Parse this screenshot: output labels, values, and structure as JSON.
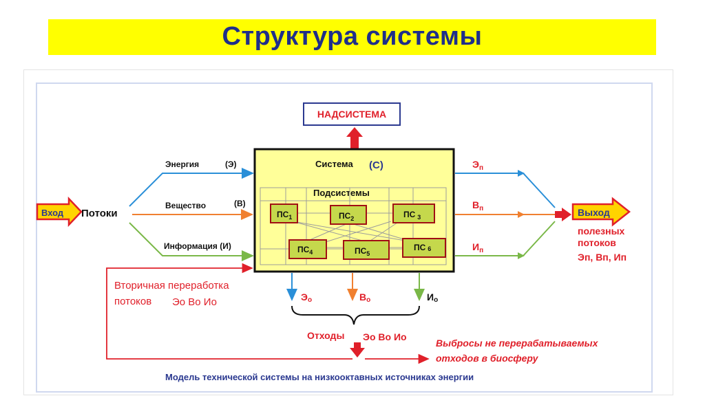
{
  "title": "Структура системы",
  "diagram": {
    "supersystem": "НАДСИСТЕМА",
    "system_label": "Система",
    "system_code": "(С)",
    "subsystems_label": "Подсистемы",
    "subsystems": [
      {
        "base": "ПС",
        "sub": "1"
      },
      {
        "base": "ПС",
        "sub": "2"
      },
      {
        "base": "ПС",
        "sub": "3"
      },
      {
        "base": "ПС",
        "sub": "4"
      },
      {
        "base": "ПС",
        "sub": "5"
      },
      {
        "base": "ПС",
        "sub": "6"
      }
    ],
    "input": {
      "arrow_label": "Вход",
      "label": "Потоки"
    },
    "inputs": [
      {
        "name": "Энергия",
        "code": "(Э)"
      },
      {
        "name": "Вещество",
        "code": "(В)"
      },
      {
        "name": "Информация (И)",
        "code": ""
      }
    ],
    "outputs": [
      {
        "base": "Э",
        "sub": "п"
      },
      {
        "base": "В",
        "sub": "п"
      },
      {
        "base": "И",
        "sub": "п"
      }
    ],
    "output": {
      "arrow_label": "Выход",
      "line1": "полезных",
      "line2": "потоков",
      "line3": "Эп, Вп, Ип"
    },
    "wastes": [
      {
        "base": "Э",
        "sub": "о"
      },
      {
        "base": "В",
        "sub": "о"
      },
      {
        "base": "И",
        "sub": "о"
      }
    ],
    "waste_label": "Отходы",
    "waste_items": "Эо Во Ио",
    "recycling": {
      "line1": "Вторичная переработка",
      "line2": "потоков",
      "items": "Эо Во Ио"
    },
    "emissions": {
      "line1": "Выбросы не перерабатываемых",
      "line2": "отходов в биосферу"
    },
    "caption": "Модель технической системы на низкооктавных источниках энергии"
  },
  "colors": {
    "title_bg": "#ffff00",
    "title_text": "#1f2f8a",
    "system_fill": "#ffff99",
    "subsystem_fill": "#c5d84c",
    "red": "#e0202a",
    "blue": "#2a8fd8",
    "orange": "#f08030",
    "green": "#7ab848",
    "navy": "#1f2f8a"
  }
}
